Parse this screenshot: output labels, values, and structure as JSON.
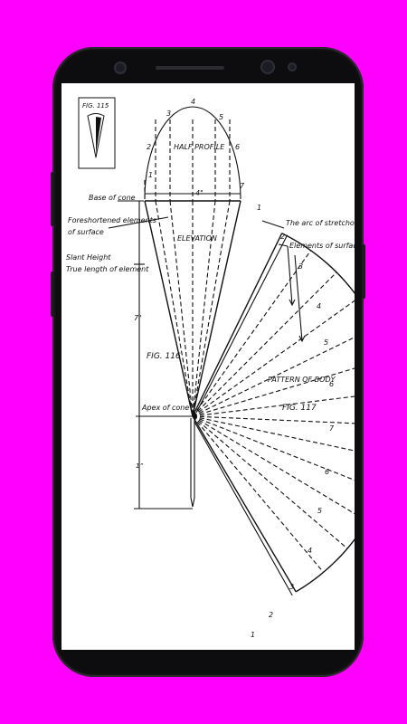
{
  "labels": {
    "fig115": "FIG. 115",
    "half_profile": "HALF PROFILE",
    "base_of_cone": "Base of cone",
    "width_4": "4\"",
    "foreshortened_1": "Foreshortened elements",
    "foreshortened_2": "of surface",
    "elevation": "ELEVATION",
    "slant_1": "Slant Height",
    "slant_2": "True length of element",
    "height_7": "7\"",
    "fig116": "FIG. 116",
    "apex": "Apex of cone",
    "arc_stretchout": "The arc of stretchout",
    "elements_surface": "Elements of surface",
    "pattern": "PATTERN OF BODY",
    "fig117": "FIG. 117",
    "small_dim": "1”"
  },
  "profile_numbers": [
    "1",
    "2",
    "3",
    "4",
    "5",
    "6",
    "7"
  ],
  "pattern_numbers_upper": [
    "1",
    "2",
    "3",
    "4",
    "5",
    "6",
    "7"
  ],
  "pattern_numbers_lower": [
    "6",
    "5",
    "4",
    "3",
    "2",
    "1"
  ],
  "colors": {
    "background": "#ff00ff",
    "phone": "#0d0d0f",
    "screen": "#ffffff",
    "ink": "#111111"
  }
}
